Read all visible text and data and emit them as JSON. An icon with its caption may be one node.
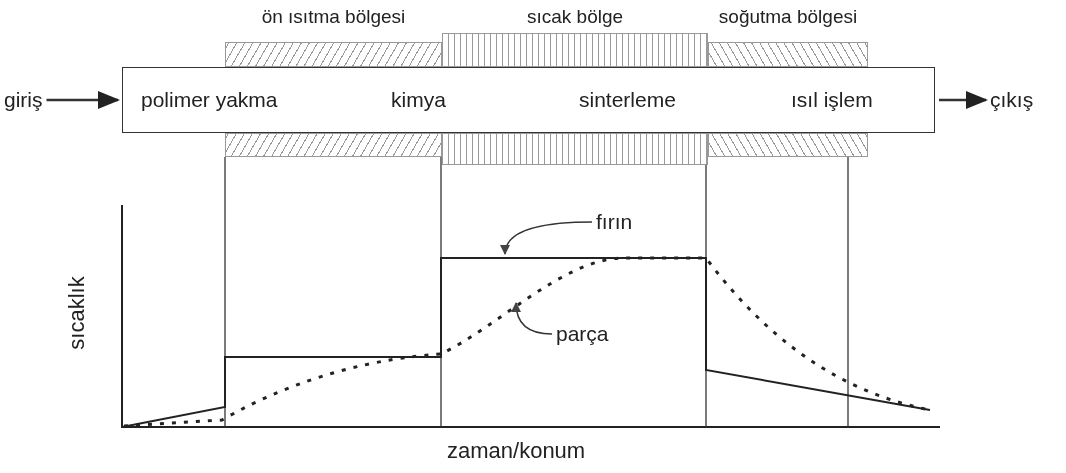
{
  "diagram": {
    "nodes": [
      {
        "text": [
          "ön ısıtma bölgesi"
        ]
      },
      {
        "text": [
          "sıcak bölge"
        ]
      },
      {
        "text": [
          "soğutma bölgesi"
        ]
      },
      {
        "text": [
          "giriş"
        ]
      },
      {
        "text": [
          "polimer yakma",
          "kimya",
          "sinterleme",
          "ısıl işlem"
        ]
      },
      {
        "text": [
          "çıkış"
        ]
      },
      {
        "text": [
          "fırın"
        ]
      },
      {
        "text": [
          "parça"
        ]
      },
      {
        "text": [],
        "shape": "bar"
      },
      {
        "text": [],
        "shape": "bar"
      },
      {
        "text": [],
        "shape": "bar"
      }
    ],
    "edges": [
      {
        "from": 3,
        "to": 4,
        "arrow": "to"
      },
      {
        "from": 4,
        "to": 5,
        "arrow": "to"
      },
      {
        "from": 6,
        "to": null,
        "arrow": "to"
      },
      {
        "from": 7,
        "to": null,
        "arrow": "to"
      }
    ],
    "labels": [
      "sıcaklık",
      "zaman/konum"
    ]
  }
}
